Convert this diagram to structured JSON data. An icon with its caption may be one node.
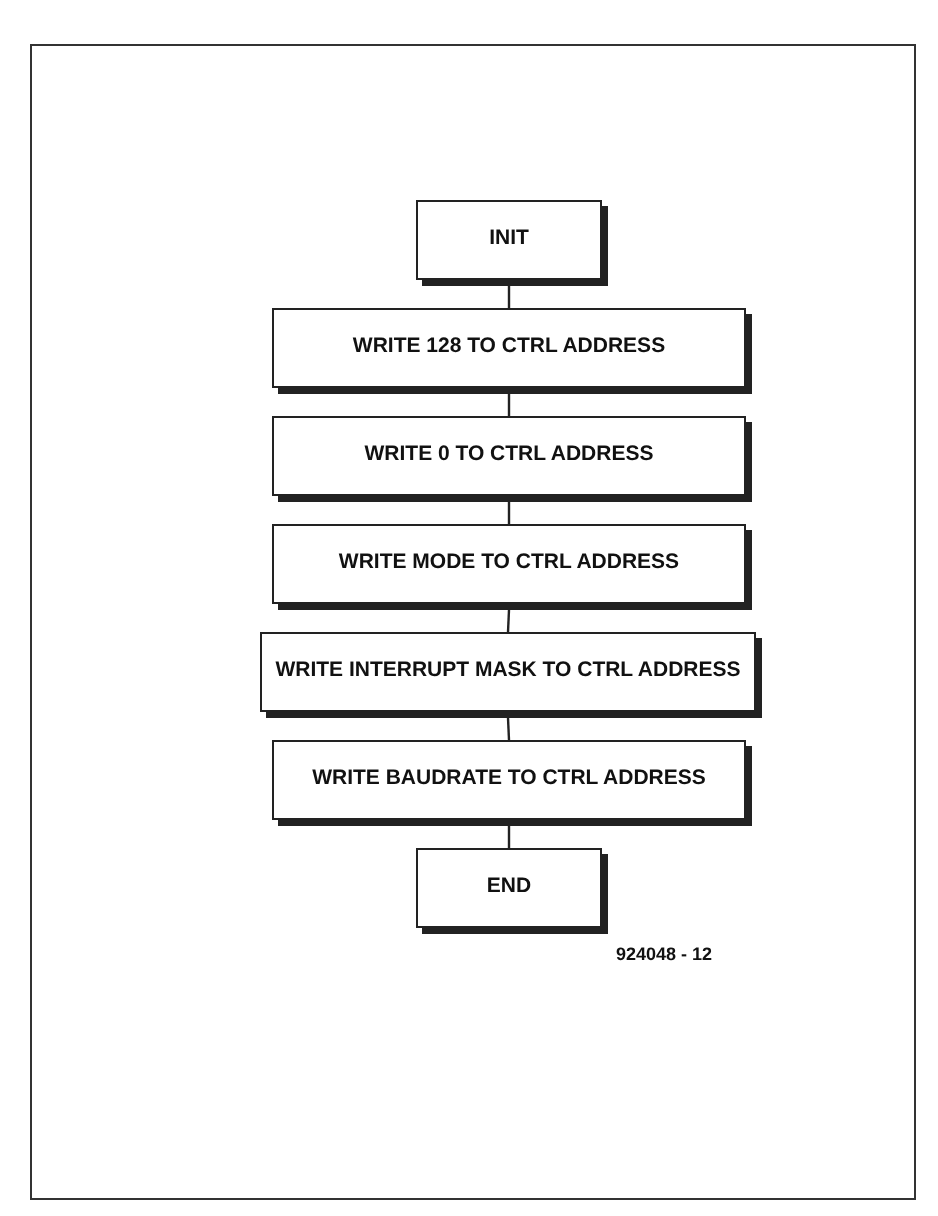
{
  "diagram": {
    "nodes": [
      {
        "text": [
          "INIT"
        ]
      },
      {
        "text": [
          "WRITE 128 TO CTRL ADDRESS"
        ]
      },
      {
        "text": [
          "WRITE 0 TO CTRL ADDRESS"
        ]
      },
      {
        "text": [
          "WRITE MODE TO CTRL ADDRESS"
        ]
      },
      {
        "text": [
          "WRITE INTERRUPT MASK TO CTRL ADDRESS"
        ]
      },
      {
        "text": [
          "WRITE BAUDRATE TO CTRL ADDRESS"
        ]
      },
      {
        "text": [
          "END"
        ]
      }
    ],
    "edges": [
      {
        "from": 0,
        "to": 1,
        "arrow": "none"
      },
      {
        "from": 1,
        "to": 2,
        "arrow": "none"
      },
      {
        "from": 2,
        "to": 3,
        "arrow": "none"
      },
      {
        "from": 3,
        "to": 4,
        "arrow": "none"
      },
      {
        "from": 4,
        "to": 5,
        "arrow": "none"
      },
      {
        "from": 5,
        "to": 6,
        "arrow": "none"
      }
    ],
    "labels": [
      "924048 - 12"
    ]
  }
}
